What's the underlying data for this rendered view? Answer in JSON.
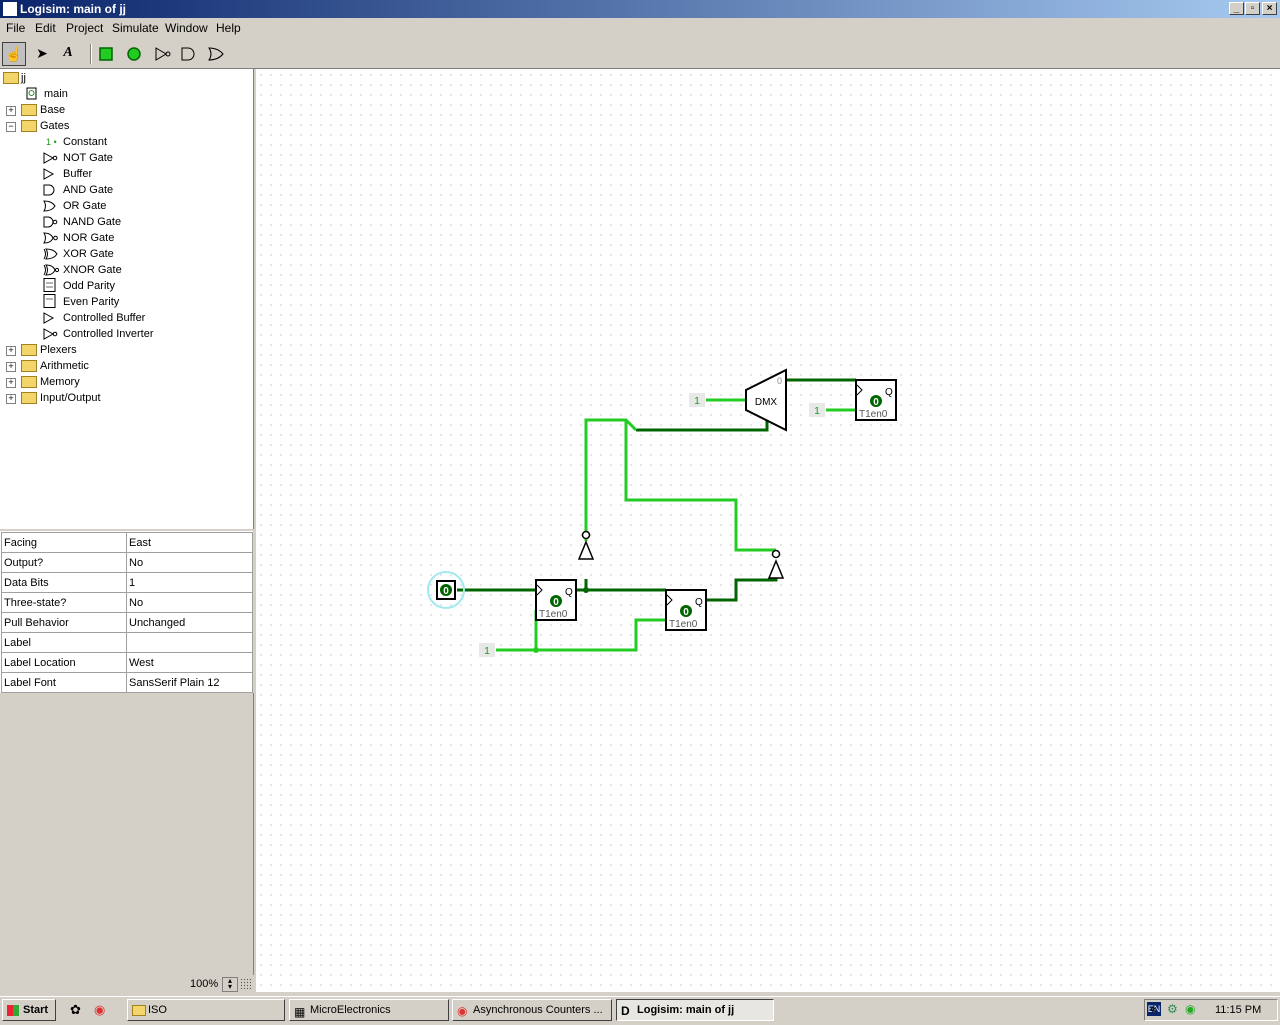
{
  "window": {
    "title": "Logisim: main of jj"
  },
  "menu": [
    "File",
    "Edit",
    "Project",
    "Simulate",
    "Window",
    "Help"
  ],
  "toolbar": {
    "text_tool": "A"
  },
  "tree": {
    "root": "jj",
    "main": "main",
    "folders": [
      "Base",
      "Gates",
      "Plexers",
      "Arithmetic",
      "Memory",
      "Input/Output"
    ],
    "constant_glyph": "1 •",
    "gates": [
      "Constant",
      "NOT Gate",
      "Buffer",
      "AND Gate",
      "OR Gate",
      "NAND Gate",
      "NOR Gate",
      "XOR Gate",
      "XNOR Gate",
      "Odd Parity",
      "Even Parity",
      "Controlled Buffer",
      "Controlled Inverter"
    ]
  },
  "properties": [
    [
      "Facing",
      "East"
    ],
    [
      "Output?",
      "No"
    ],
    [
      "Data Bits",
      "1"
    ],
    [
      "Three-state?",
      "No"
    ],
    [
      "Pull Behavior",
      "Unchanged"
    ],
    [
      "Label",
      ""
    ],
    [
      "Label Location",
      "West"
    ],
    [
      "Label Font",
      "SansSerif Plain 12"
    ]
  ],
  "zoom": "100%",
  "circuit": {
    "pin_value": "0",
    "const_one": "1",
    "dmx_label": "DMX",
    "dmx_out": "0",
    "ff_q": "Q",
    "ff_value": "0",
    "ff_bottom": "T1en0"
  },
  "taskbar": {
    "start": "Start",
    "items": [
      "ISO",
      "MicroElectronics",
      "Asynchronous Counters ...",
      "Logisim: main of jj"
    ],
    "lang": "EN",
    "time": "11:15 PM"
  },
  "colors": {
    "wire_on": "#22cc22",
    "wire_dark": "#006400",
    "title_blue": "#0a246a"
  }
}
